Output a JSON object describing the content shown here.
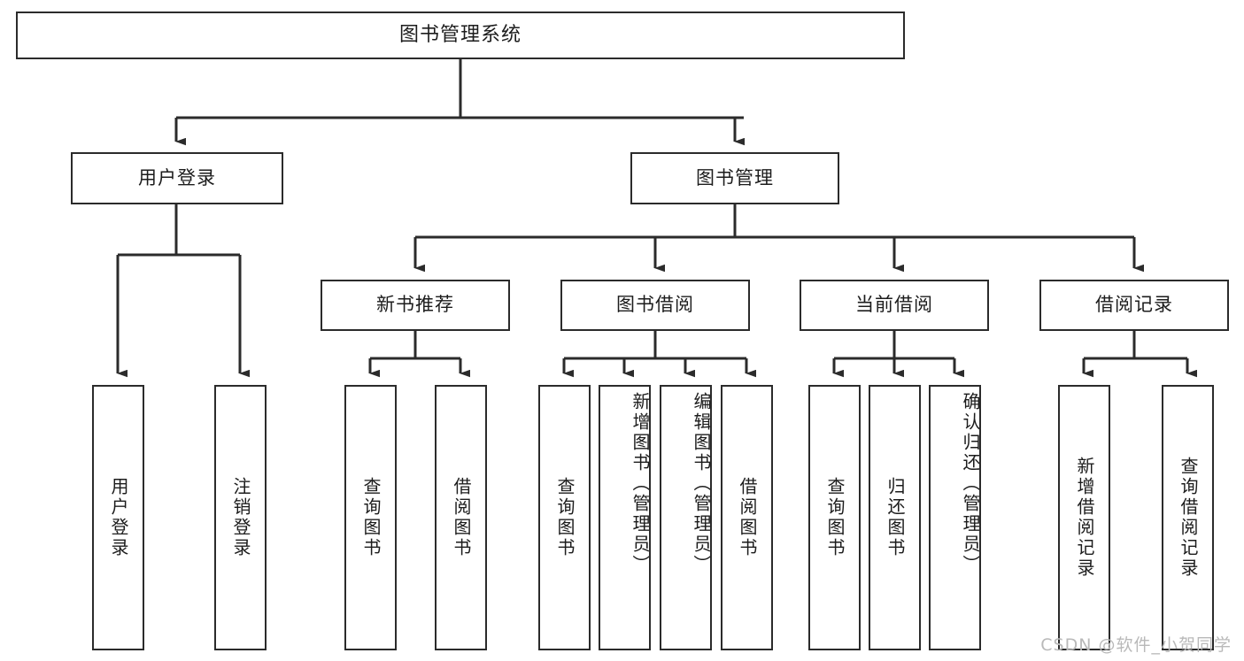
{
  "diagram": {
    "title": "图书管理系统",
    "type": "tree-hierarchy-chart",
    "stroke_color": "#2b2b2b",
    "fill_color": "#ffffff",
    "text_color": "#1c1c1c"
  },
  "root": {
    "label": "图书管理系统"
  },
  "level2": [
    {
      "label": "用户登录"
    },
    {
      "label": "图书管理"
    }
  ],
  "level3": [
    {
      "label": "新书推荐"
    },
    {
      "label": "图书借阅"
    },
    {
      "label": "当前借阅"
    },
    {
      "label": "借阅记录"
    }
  ],
  "leaves": {
    "user_login": [
      {
        "label": "用户登录"
      },
      {
        "label": "注销登录"
      }
    ],
    "new_book": [
      {
        "label": "查询图书"
      },
      {
        "label": "借阅图书"
      }
    ],
    "book_borrow": [
      {
        "label": "查询图书"
      },
      {
        "label": "新增图书（管理员）"
      },
      {
        "label": "编辑图书（管理员）"
      },
      {
        "label": "借阅图书"
      }
    ],
    "current_borrow": [
      {
        "label": "查询图书"
      },
      {
        "label": "归还图书"
      },
      {
        "label": "确认归还（管理员）"
      }
    ],
    "borrow_record": [
      {
        "label": "新增借阅记录"
      },
      {
        "label": "查询借阅记录"
      }
    ]
  },
  "watermark": {
    "text": "CSDN @软件_小贺同学"
  },
  "chart_data": {
    "type": "table",
    "title": "图书管理系统 功能结构图",
    "tree": {
      "name": "图书管理系统",
      "children": [
        {
          "name": "用户登录",
          "children": [
            {
              "name": "用户登录"
            },
            {
              "name": "注销登录"
            }
          ]
        },
        {
          "name": "图书管理",
          "children": [
            {
              "name": "新书推荐",
              "children": [
                {
                  "name": "查询图书"
                },
                {
                  "name": "借阅图书"
                }
              ]
            },
            {
              "name": "图书借阅",
              "children": [
                {
                  "name": "查询图书"
                },
                {
                  "name": "新增图书（管理员）"
                },
                {
                  "name": "编辑图书（管理员）"
                },
                {
                  "name": "借阅图书"
                }
              ]
            },
            {
              "name": "当前借阅",
              "children": [
                {
                  "name": "查询图书"
                },
                {
                  "name": "归还图书"
                },
                {
                  "name": "确认归还（管理员）"
                }
              ]
            },
            {
              "name": "借阅记录",
              "children": [
                {
                  "name": "新增借阅记录"
                },
                {
                  "name": "查询借阅记录"
                }
              ]
            }
          ]
        }
      ]
    }
  }
}
